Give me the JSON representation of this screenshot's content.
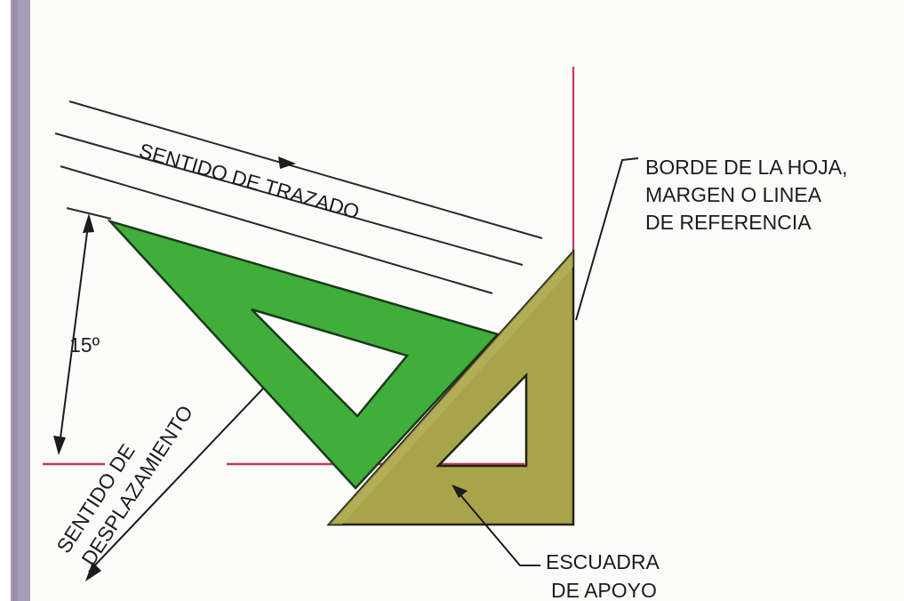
{
  "labels": {
    "sentido_trazado": "SENTIDO DE TRAZADO",
    "borde_line1": "BORDE DE LA HOJA,",
    "borde_line2": "MARGEN O LINEA",
    "borde_line3": "DE REFERENCIA",
    "angle": "15º",
    "desplazamiento_line1": "SENTIDO DE",
    "desplazamiento_line2": "DESPLAZAMIENTO",
    "escuadra_line1": "ESCUADRA",
    "escuadra_line2": "DE APOYO"
  },
  "colors": {
    "page_border": "#a89bb8",
    "reference_line": "#c23a5a",
    "green_square": "#3fae3a",
    "olive_square": "#a8a44a",
    "ink": "#1c1c1c"
  }
}
